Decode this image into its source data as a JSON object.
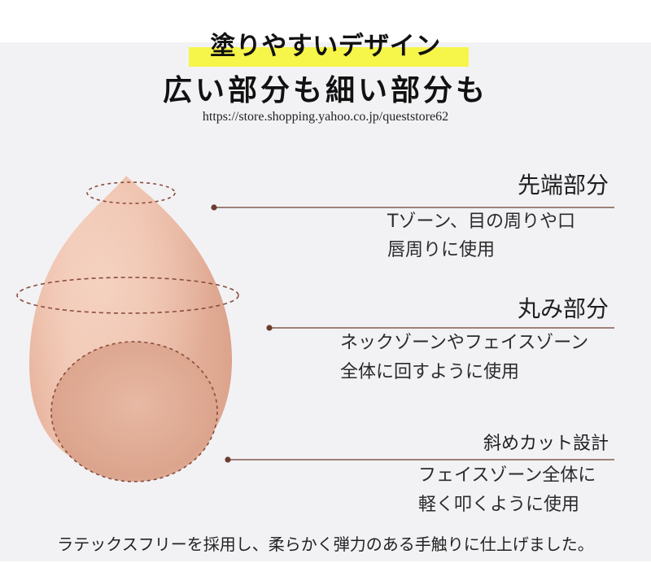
{
  "hero": {
    "headline_primary": "塗りやすいデザイン",
    "headline_secondary": "広い部分も細い部分も",
    "url": "https://store.shopping.yahoo.co.jp/queststore62"
  },
  "features": [
    {
      "title": "先端部分",
      "description_line_1": "Tゾーン、目の周りや口",
      "description_line_2": "唇周りに使用"
    },
    {
      "title": "丸み部分",
      "description_line_1": "ネックゾーンやフェイスゾーン",
      "description_line_2": "全体に回すように使用"
    },
    {
      "title": "斜めカット設計",
      "description_line_1": "フェイスゾーン全体に",
      "description_line_2": "軽く叩くように使用"
    }
  ],
  "footer": {
    "caption": "ラテックスフリーを採用し、柔らかく弾力のある手触りに仕上げました。"
  },
  "colors": {
    "highlight": "#f6f54a",
    "leader_line": "#6b3d2f",
    "sponge": "#e8b7a2",
    "background": "#f2f2f5"
  }
}
